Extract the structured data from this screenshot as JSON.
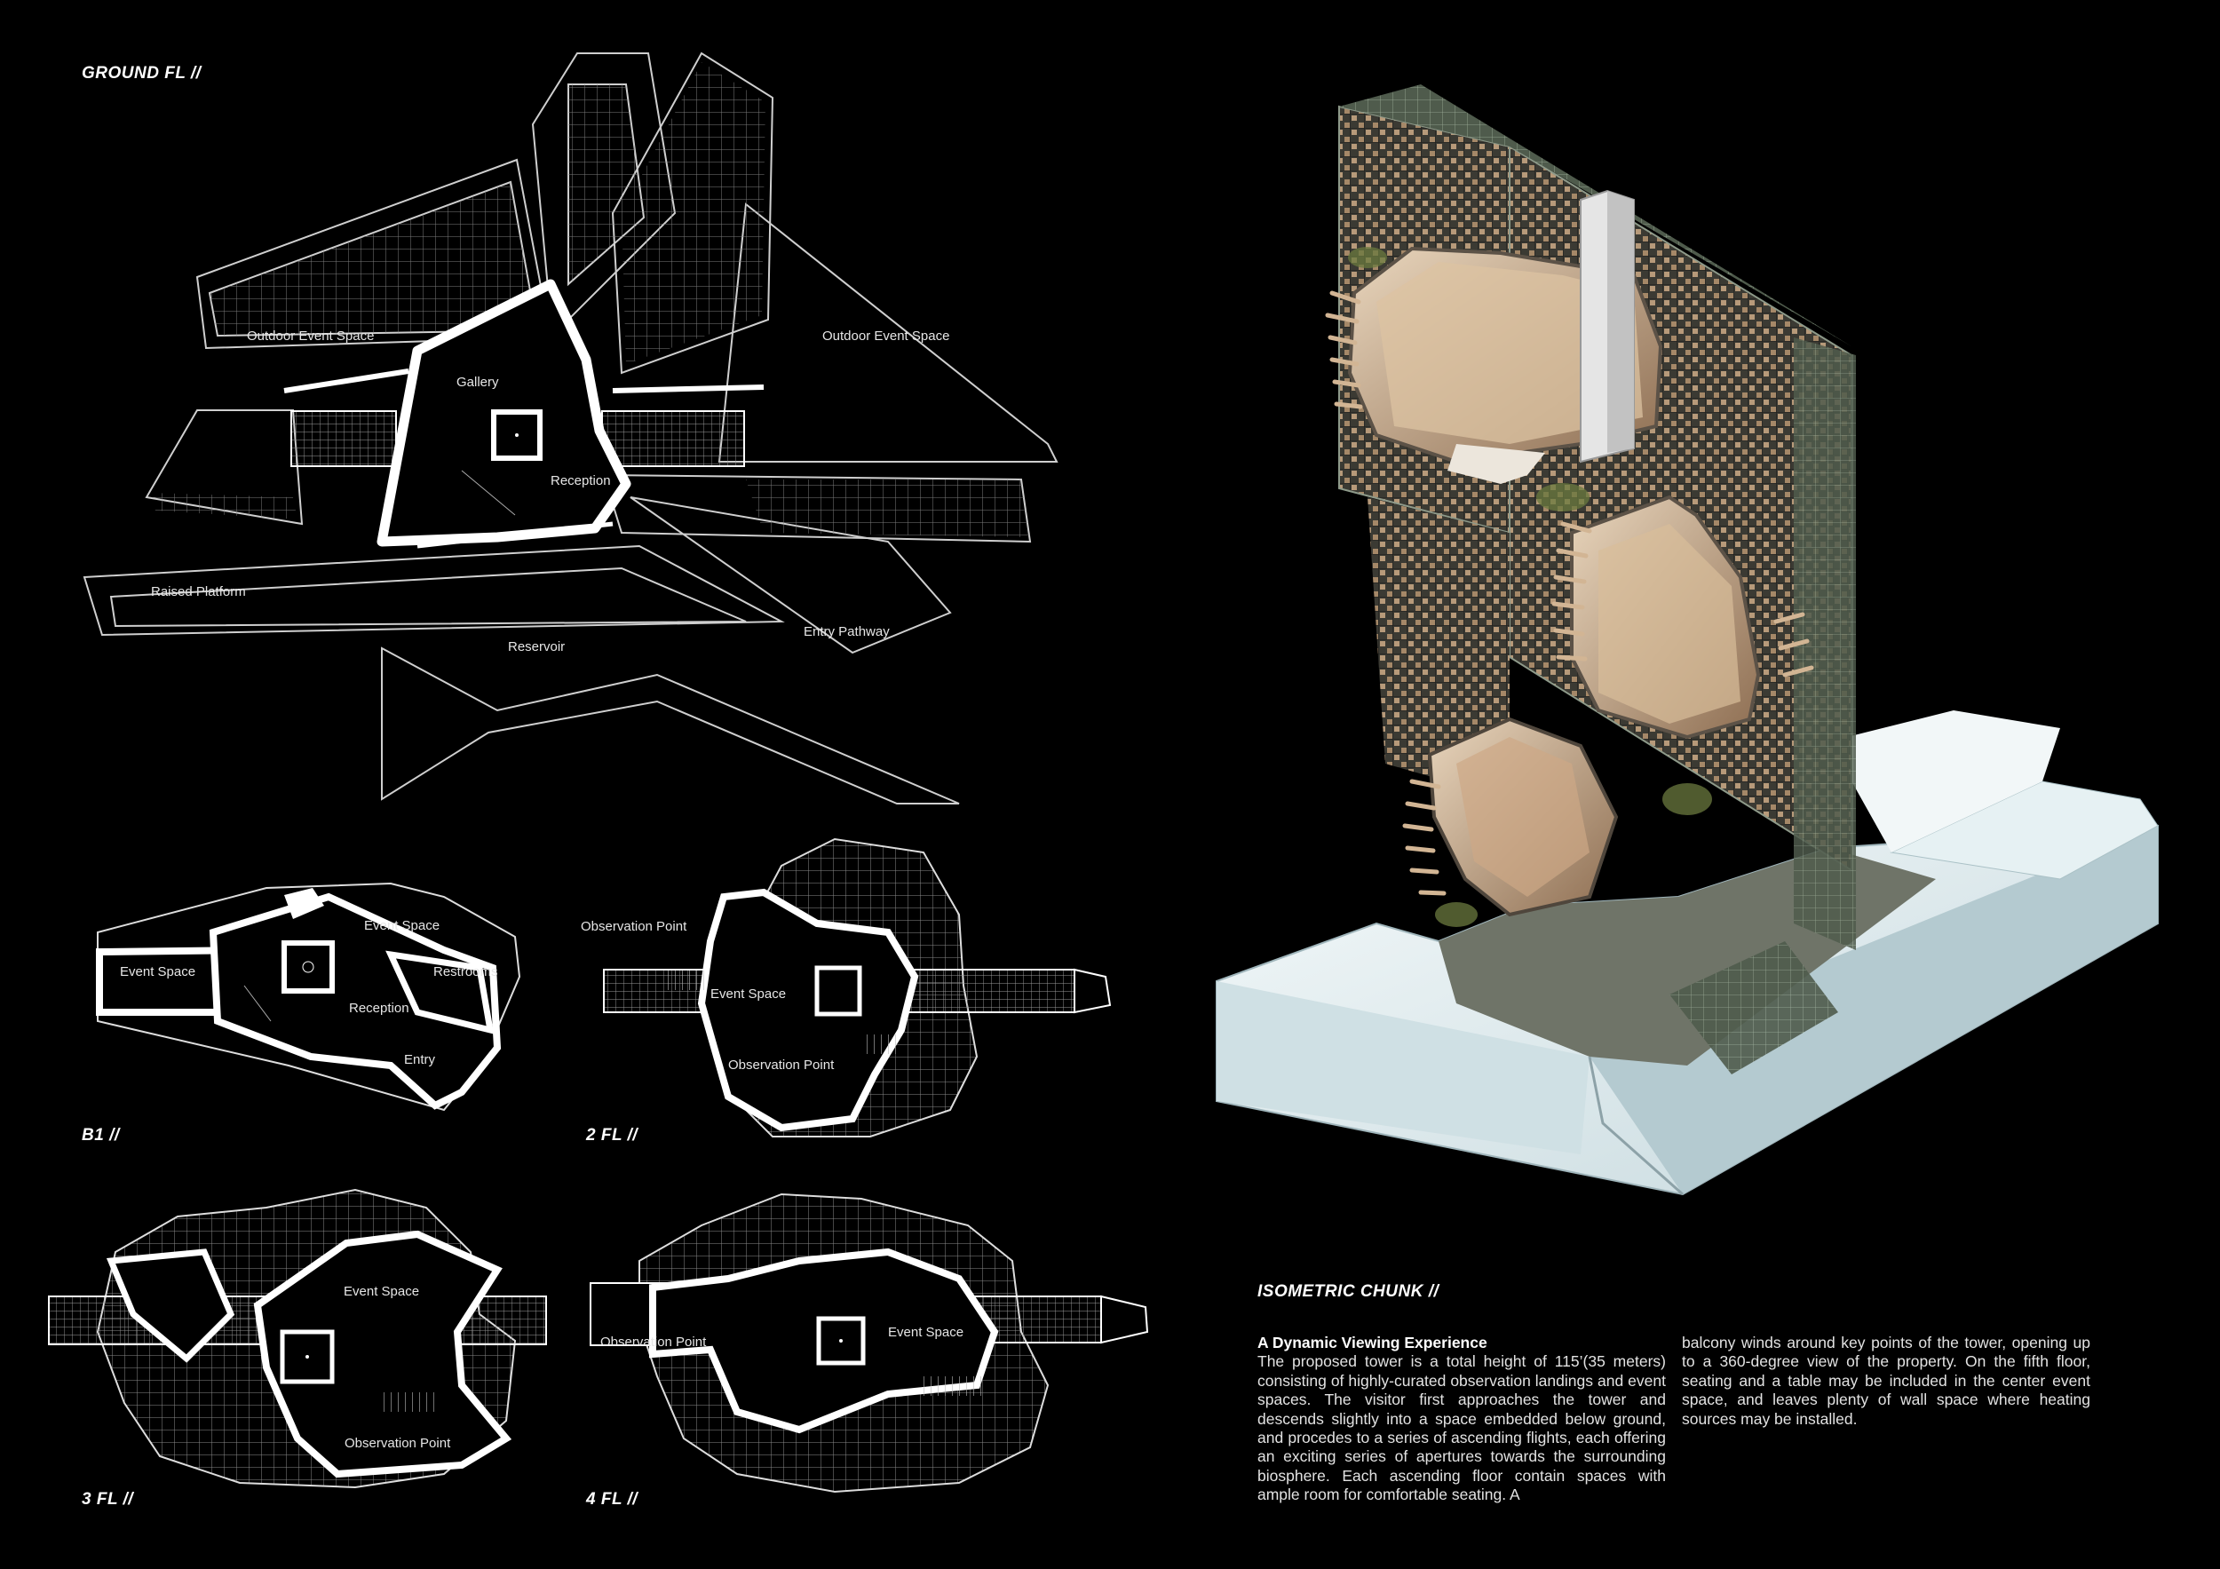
{
  "headings": {
    "ground": "GROUND FL //",
    "b1": "B1 //",
    "fl2": "2 FL //",
    "fl3": "3 FL //",
    "fl4": "4 FL //",
    "isometric": "ISOMETRIC CHUNK //"
  },
  "ground_labels": {
    "outdoor_left": "Outdoor Event Space",
    "outdoor_right": "Outdoor Event Space",
    "gallery": "Gallery",
    "reception": "Reception",
    "raised_platform": "Raised Platform",
    "reservoir": "Reservoir",
    "entry_pathway": "Entry Pathway"
  },
  "b1_labels": {
    "event_space_left": "Event Space",
    "event_space_top": "Event Space",
    "restrooms": "Restrooms",
    "reception": "Reception",
    "entry": "Entry"
  },
  "fl2_labels": {
    "observation_top": "Observation Point",
    "event_space": "Event Space",
    "observation_bottom": "Observation Point"
  },
  "fl3_labels": {
    "event_space": "Event Space",
    "observation": "Observation Point"
  },
  "fl4_labels": {
    "observation": "Observation Point",
    "event_space": "Event Space"
  },
  "description": {
    "title": "A Dynamic Viewing Experience",
    "column1": "The proposed tower is a total height of 115’(35 meters) consisting of highly-curated observation landings and event spaces. The visitor first approaches the tower and descends slightly into a space embedded below ground, and procedes to a series of ascending flights, each offering an exciting series of apertures towards the surrounding biosphere. Each ascending floor contain spaces with ample room for comfortable seating. A",
    "column2": "balcony winds around key points of the tower, opening up to a 360-degree view of the property. On the fifth floor, seating and a table may be included in the center event space, and leaves plenty of wall space where heating sources may be installed."
  },
  "colors": {
    "background": "#000000",
    "linework": "#ffffff",
    "wood": "#c9a27c",
    "glass": "#6f7f6c",
    "ground_mass": "#d3e2e6"
  }
}
